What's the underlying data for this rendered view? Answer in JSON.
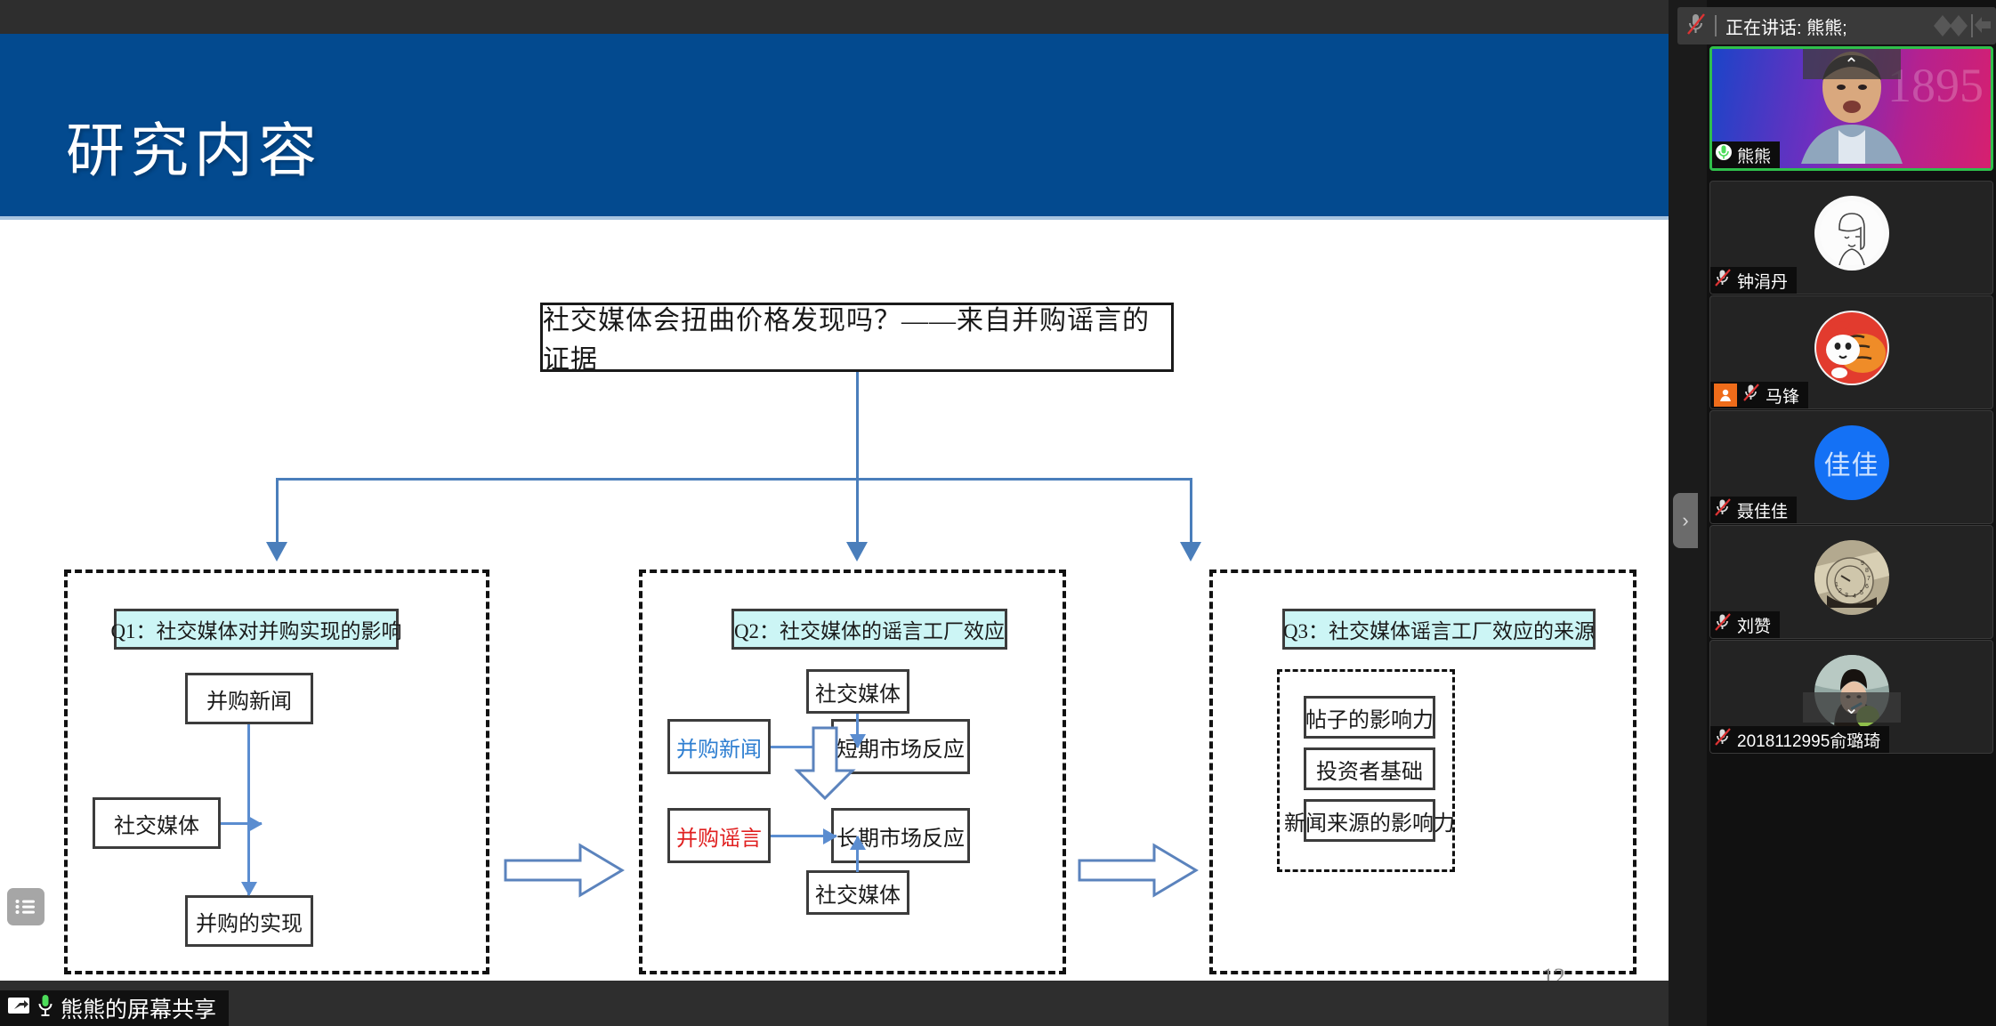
{
  "meeting": {
    "speaking_bar": {
      "mic_icon": "mic-muted-icon",
      "text": "正在讲话: 熊熊;"
    },
    "screen_share_chip": {
      "share_icon": "screen-share-icon",
      "mic_icon": "mic-on-icon",
      "label": "熊熊的屏幕共享"
    },
    "collapse_handle": {
      "icon": "chevron-right-icon"
    },
    "scroll_up": {
      "icon": "chevron-up-icon"
    },
    "scroll_down": {
      "icon": "chevron-down-icon"
    },
    "colors": {
      "active_speaker_border": "#2fbf4b",
      "host_badge": "#ef6c1a",
      "avatar_blue": "#1471f5",
      "panel_bg": "#111111"
    },
    "participants": [
      {
        "name": "熊熊",
        "muted": false,
        "active_speaker": true,
        "host": false,
        "avatar_type": "video",
        "video_logo": "1895"
      },
      {
        "name": "钟涓丹",
        "muted": true,
        "active_speaker": false,
        "host": false,
        "avatar_type": "line-art"
      },
      {
        "name": "马锋",
        "muted": true,
        "active_speaker": false,
        "host": true,
        "avatar_type": "tiger"
      },
      {
        "name": "聂佳佳",
        "muted": true,
        "active_speaker": false,
        "host": false,
        "avatar_type": "initials",
        "avatar_text": "佳佳"
      },
      {
        "name": "刘赞",
        "muted": true,
        "active_speaker": false,
        "host": false,
        "avatar_type": "dial-photo"
      },
      {
        "name": "2018112995俞璐琦",
        "muted": true,
        "active_speaker": false,
        "host": false,
        "avatar_type": "photo"
      }
    ]
  },
  "slide": {
    "title": "研究内容",
    "page_number": "12",
    "list_button_icon": "list-menu-icon",
    "root_question": "社交媒体会扭曲价格发现吗？——来自并购谣言的证据",
    "panels": {
      "q1": {
        "header": "Q1：社交媒体对并购实现的影响",
        "nodes": {
          "top": "并购新闻",
          "left": "社交媒体",
          "bottom": "并购的实现"
        }
      },
      "q2": {
        "header": "Q2：社交媒体的谣言工厂效应",
        "nodes": {
          "top_moderator": "社交媒体",
          "left_top": "并购新闻",
          "right_top": "短期市场反应",
          "left_bottom": "并购谣言",
          "right_bottom": "长期市场反应",
          "bottom_moderator": "社交媒体"
        }
      },
      "q3": {
        "header": "Q3：社交媒体谣言工厂效应的来源",
        "items": [
          "帖子的影响力",
          "投资者基础",
          "新闻来源的影响力"
        ]
      }
    },
    "colors": {
      "header_bg": "#034a8f",
      "qhead_bg": "#ccf5f5",
      "connector": "#4a7ebb",
      "blue_text": "#2f7fd1",
      "red_text": "#e02020"
    }
  }
}
